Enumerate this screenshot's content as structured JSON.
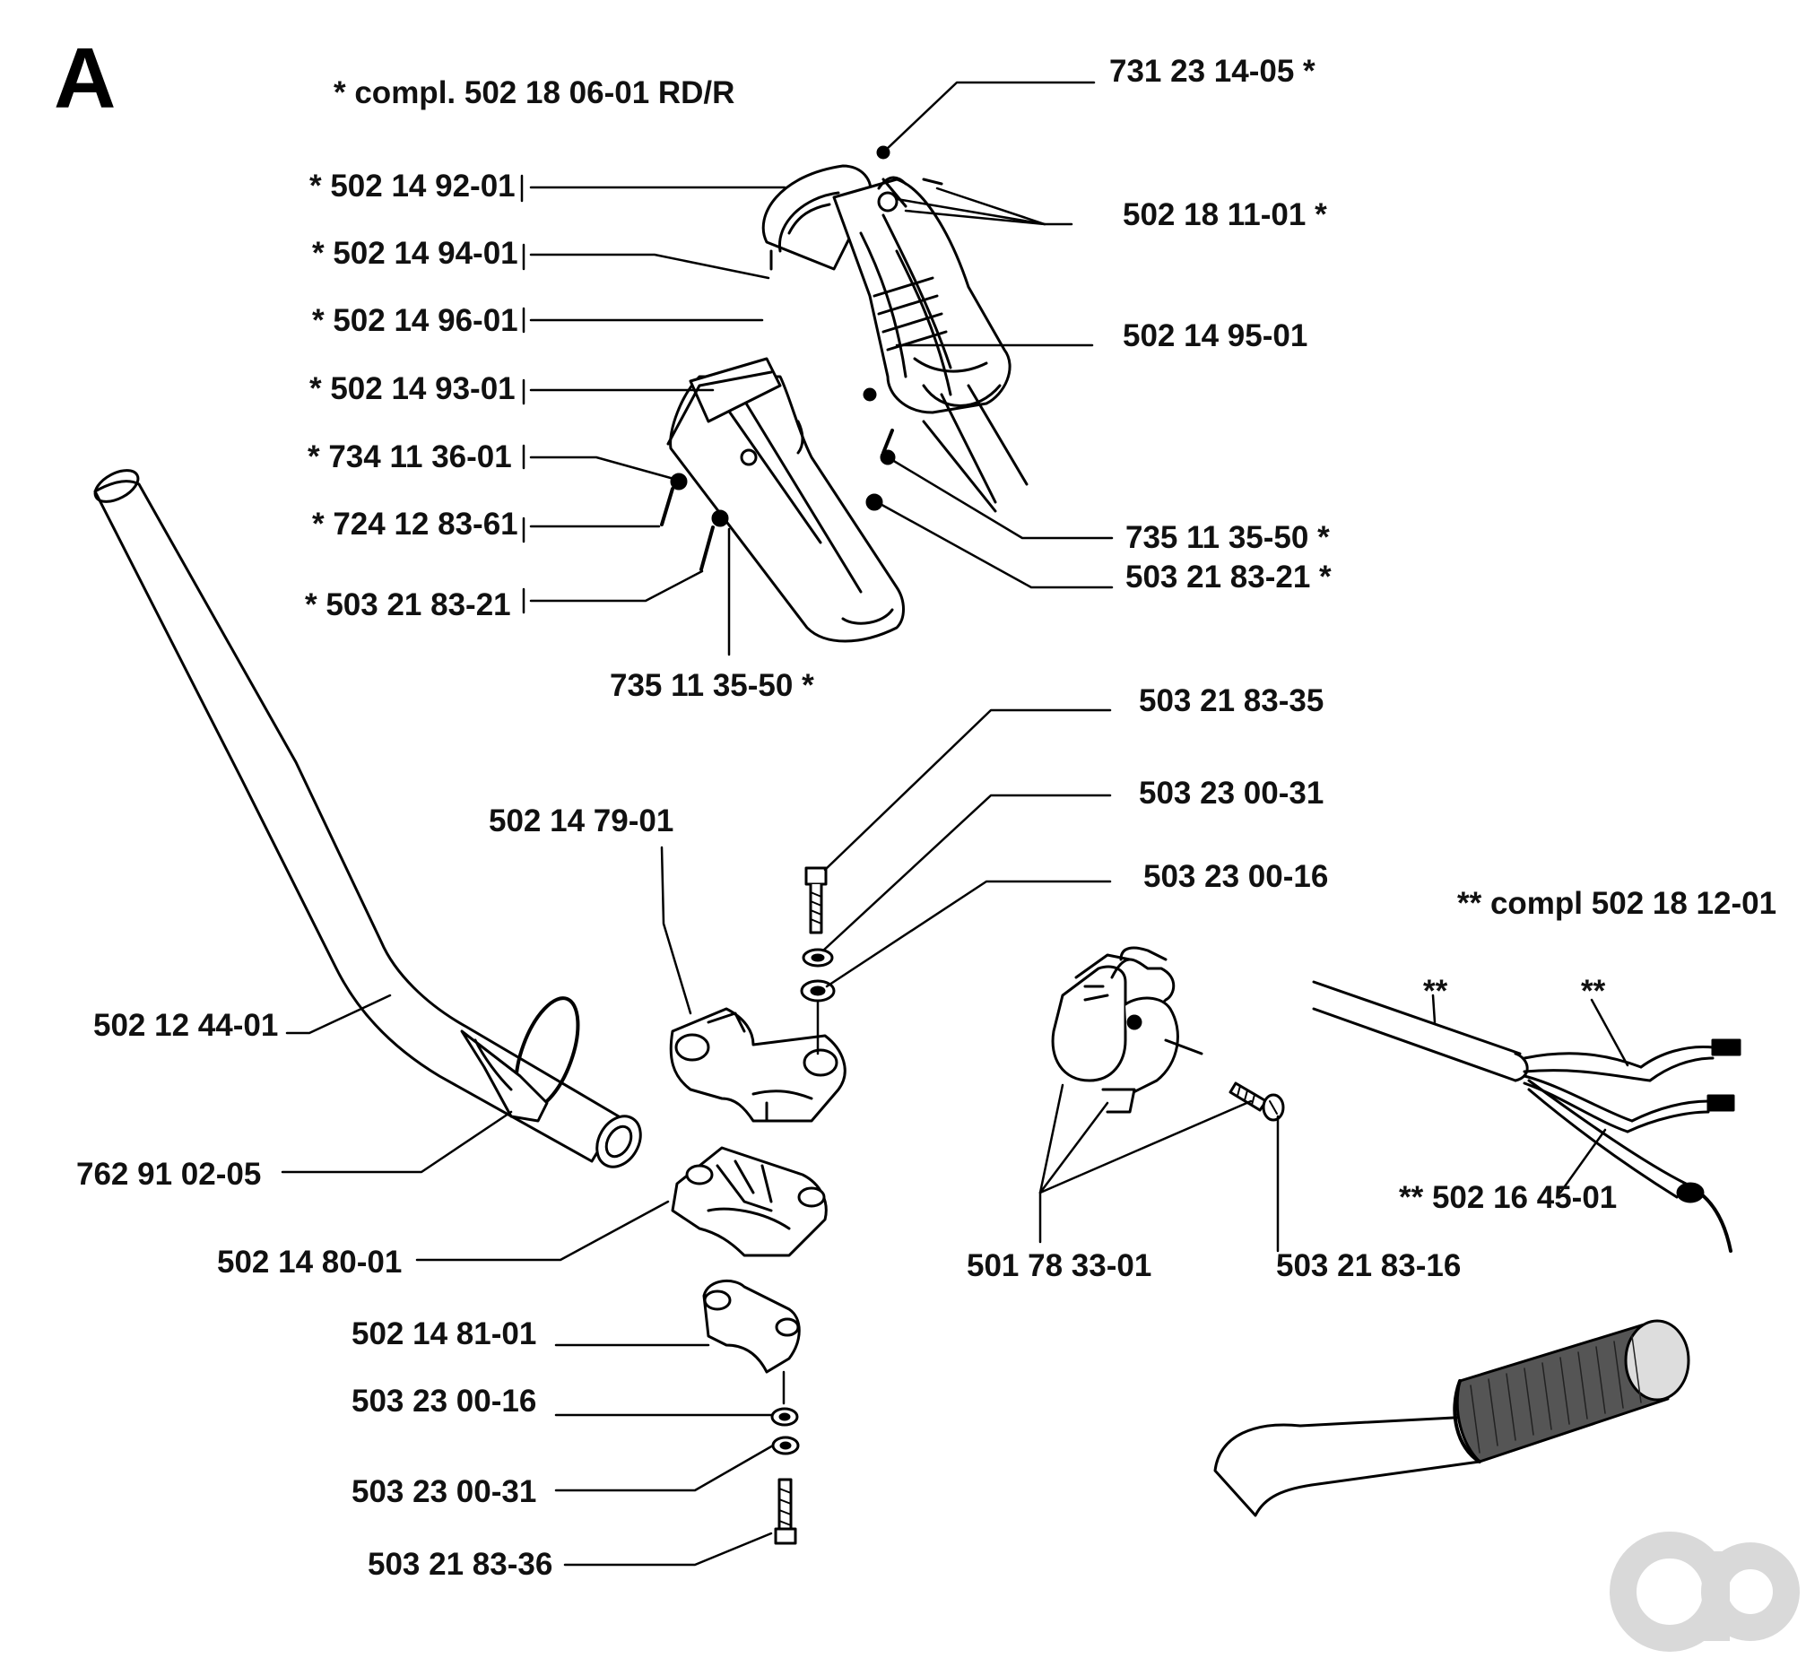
{
  "section_letter": "A",
  "notes": {
    "kit_single": "*  compl. 502 18 06-01 RD/R",
    "kit_double": "**  compl 502 18 12-01"
  },
  "parts": {
    "p731231405": "731 23 14-05  *",
    "p502181101": "502 18 11-01  *",
    "p502149201": "*  502 14 92-01",
    "p502149401": "*  502 14 94-01",
    "p502149601": "*  502 14 96-01",
    "p502149501": "502 14 95-01",
    "p502149301": "*  502 14 93-01",
    "p734113601": "*  734 11 36-01",
    "p724128361": "*  724 12 83-61",
    "p735113550r": "735 11 35-50  *",
    "p503218321r": "503 21 83-21  *",
    "p503218321l": "*  503 21 83-21",
    "p735113550b": "735 11 35-50  *",
    "p503218335": "503 21 83-35",
    "p503230031t": "503 23 00-31",
    "p502147901": "502 14 79-01",
    "p503230016t": "503 23 00-16",
    "p502124401": "502 12 44-01",
    "p762910205": "762 91 02-05",
    "p502148001": "502 14 80-01",
    "p501783301": "501 78 33-01",
    "p503218316": "503 21 83-16",
    "p502164501": "**  502 16 45-01",
    "p502148101": "502 14 81-01",
    "p503230016b": "503 23 00-16",
    "p503230031b": "503 23 00-31",
    "p503218336": "503 21 83-36"
  },
  "wire_marks": [
    "**",
    "**"
  ],
  "line_color": "#000000",
  "watermark_color": "#d9d9d9"
}
